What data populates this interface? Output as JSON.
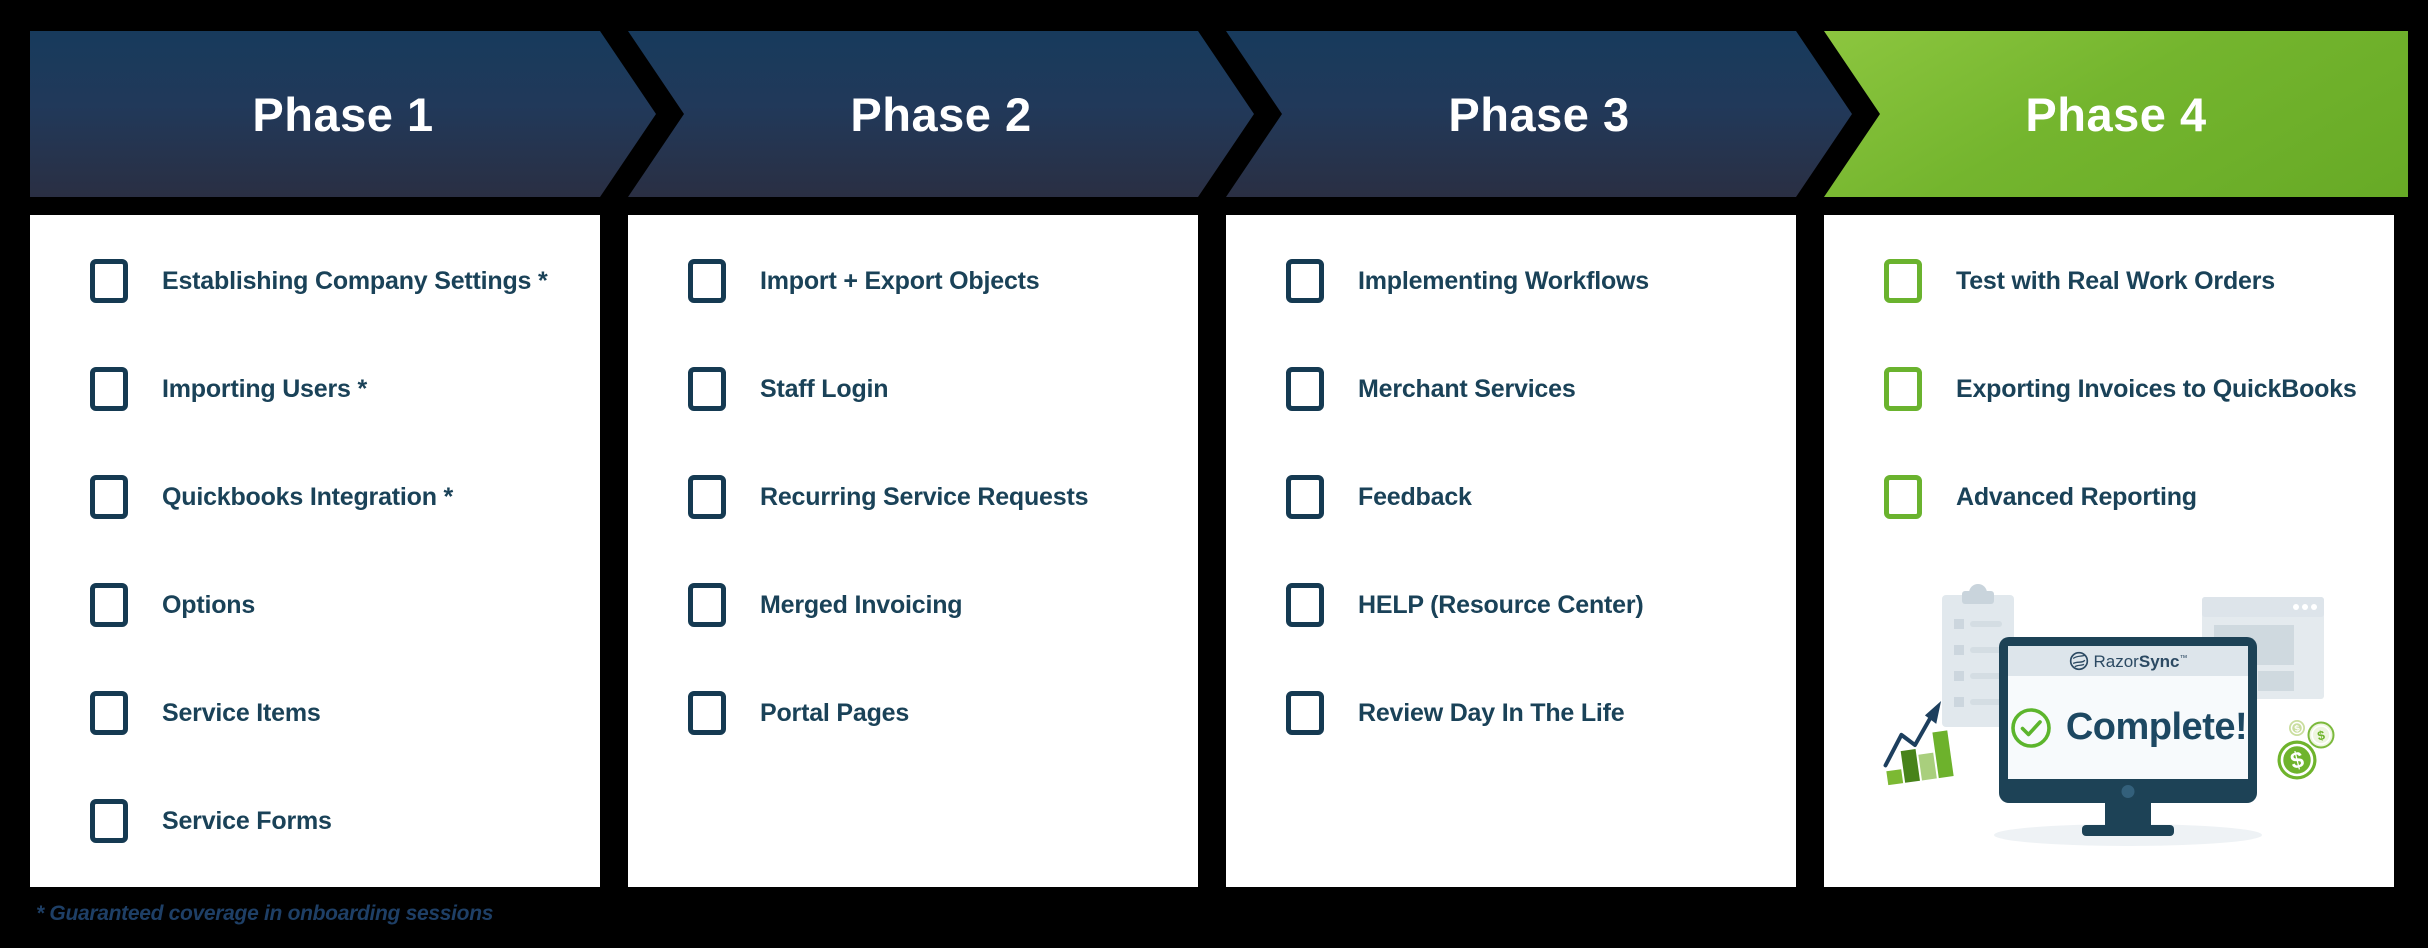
{
  "background_color": "#000000",
  "footnote": "* Guaranteed coverage in onboarding sessions",
  "colors": {
    "navy_gradient_top": "#173a5c",
    "navy_gradient_bottom": "#2a2f43",
    "green_gradient_start": "#8cc63f",
    "green_gradient_end": "#67aa26",
    "item_text": "#1a4258",
    "checkbox_navy": "#153a52",
    "checkbox_green": "#6ab32e",
    "complete_green": "#5cb52c",
    "monitor_navy": "#1d4256",
    "panel_background": "#ffffff"
  },
  "phases": [
    {
      "label": "Phase 1",
      "theme": "navy",
      "items": [
        "Establishing Company Settings *",
        "Importing Users *",
        "Quickbooks Integration *",
        "Options",
        "Service Items",
        "Service Forms"
      ]
    },
    {
      "label": "Phase 2",
      "theme": "navy",
      "items": [
        "Import + Export Objects",
        "Staff Login",
        "Recurring Service Requests",
        "Merged Invoicing",
        "Portal Pages"
      ]
    },
    {
      "label": "Phase 3",
      "theme": "navy",
      "items": [
        "Implementing Workflows",
        "Merchant Services",
        "Feedback",
        "HELP (Resource Center)",
        "Review Day In The Life"
      ]
    },
    {
      "label": "Phase 4",
      "theme": "green",
      "items": [
        "Test with Real Work Orders",
        "Exporting Invoices to QuickBooks",
        "Advanced Reporting"
      ]
    }
  ],
  "graphic": {
    "brand_razor": "Razor",
    "brand_sync": "Sync",
    "brand_tm": "™",
    "complete_label": "Complete!",
    "coin_symbol": "$"
  }
}
